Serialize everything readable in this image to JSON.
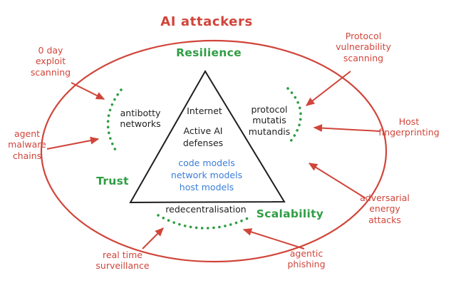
{
  "title": "AI attackers",
  "colors": {
    "attack_red": "#d0453a",
    "defense_green": "#2f9e44",
    "model_blue": "#3b7dd8",
    "ink_black": "#1f1f1f"
  },
  "triangle_vertices": {
    "top": "Resilience",
    "left": "Trust",
    "right": "Scalability"
  },
  "core": {
    "internet": "Internet",
    "defenses": "Active AI\ndefenses",
    "models": "code models\nnetwork models\nhost models"
  },
  "defenses": {
    "antibotty": "antibotty\nnetworks",
    "protocol_mutatis": "protocol\nmutatis\nmutandis",
    "redecentralisation": "redecentralisation"
  },
  "attacks": {
    "zero_day": "0 day\nexploit\nscanning",
    "protocol_vulnerability": "Protocol\nvulnerability\nscanning",
    "agent_malware": "agent\nmalware\nchains",
    "host_fingerprinting": "Host\nfingerprinting",
    "adversarial_energy": "adversarial\nenergy\nattacks",
    "real_time_surveillance": "real time\nsurveillance",
    "agentic_phishing": "agentic\nphishing"
  }
}
